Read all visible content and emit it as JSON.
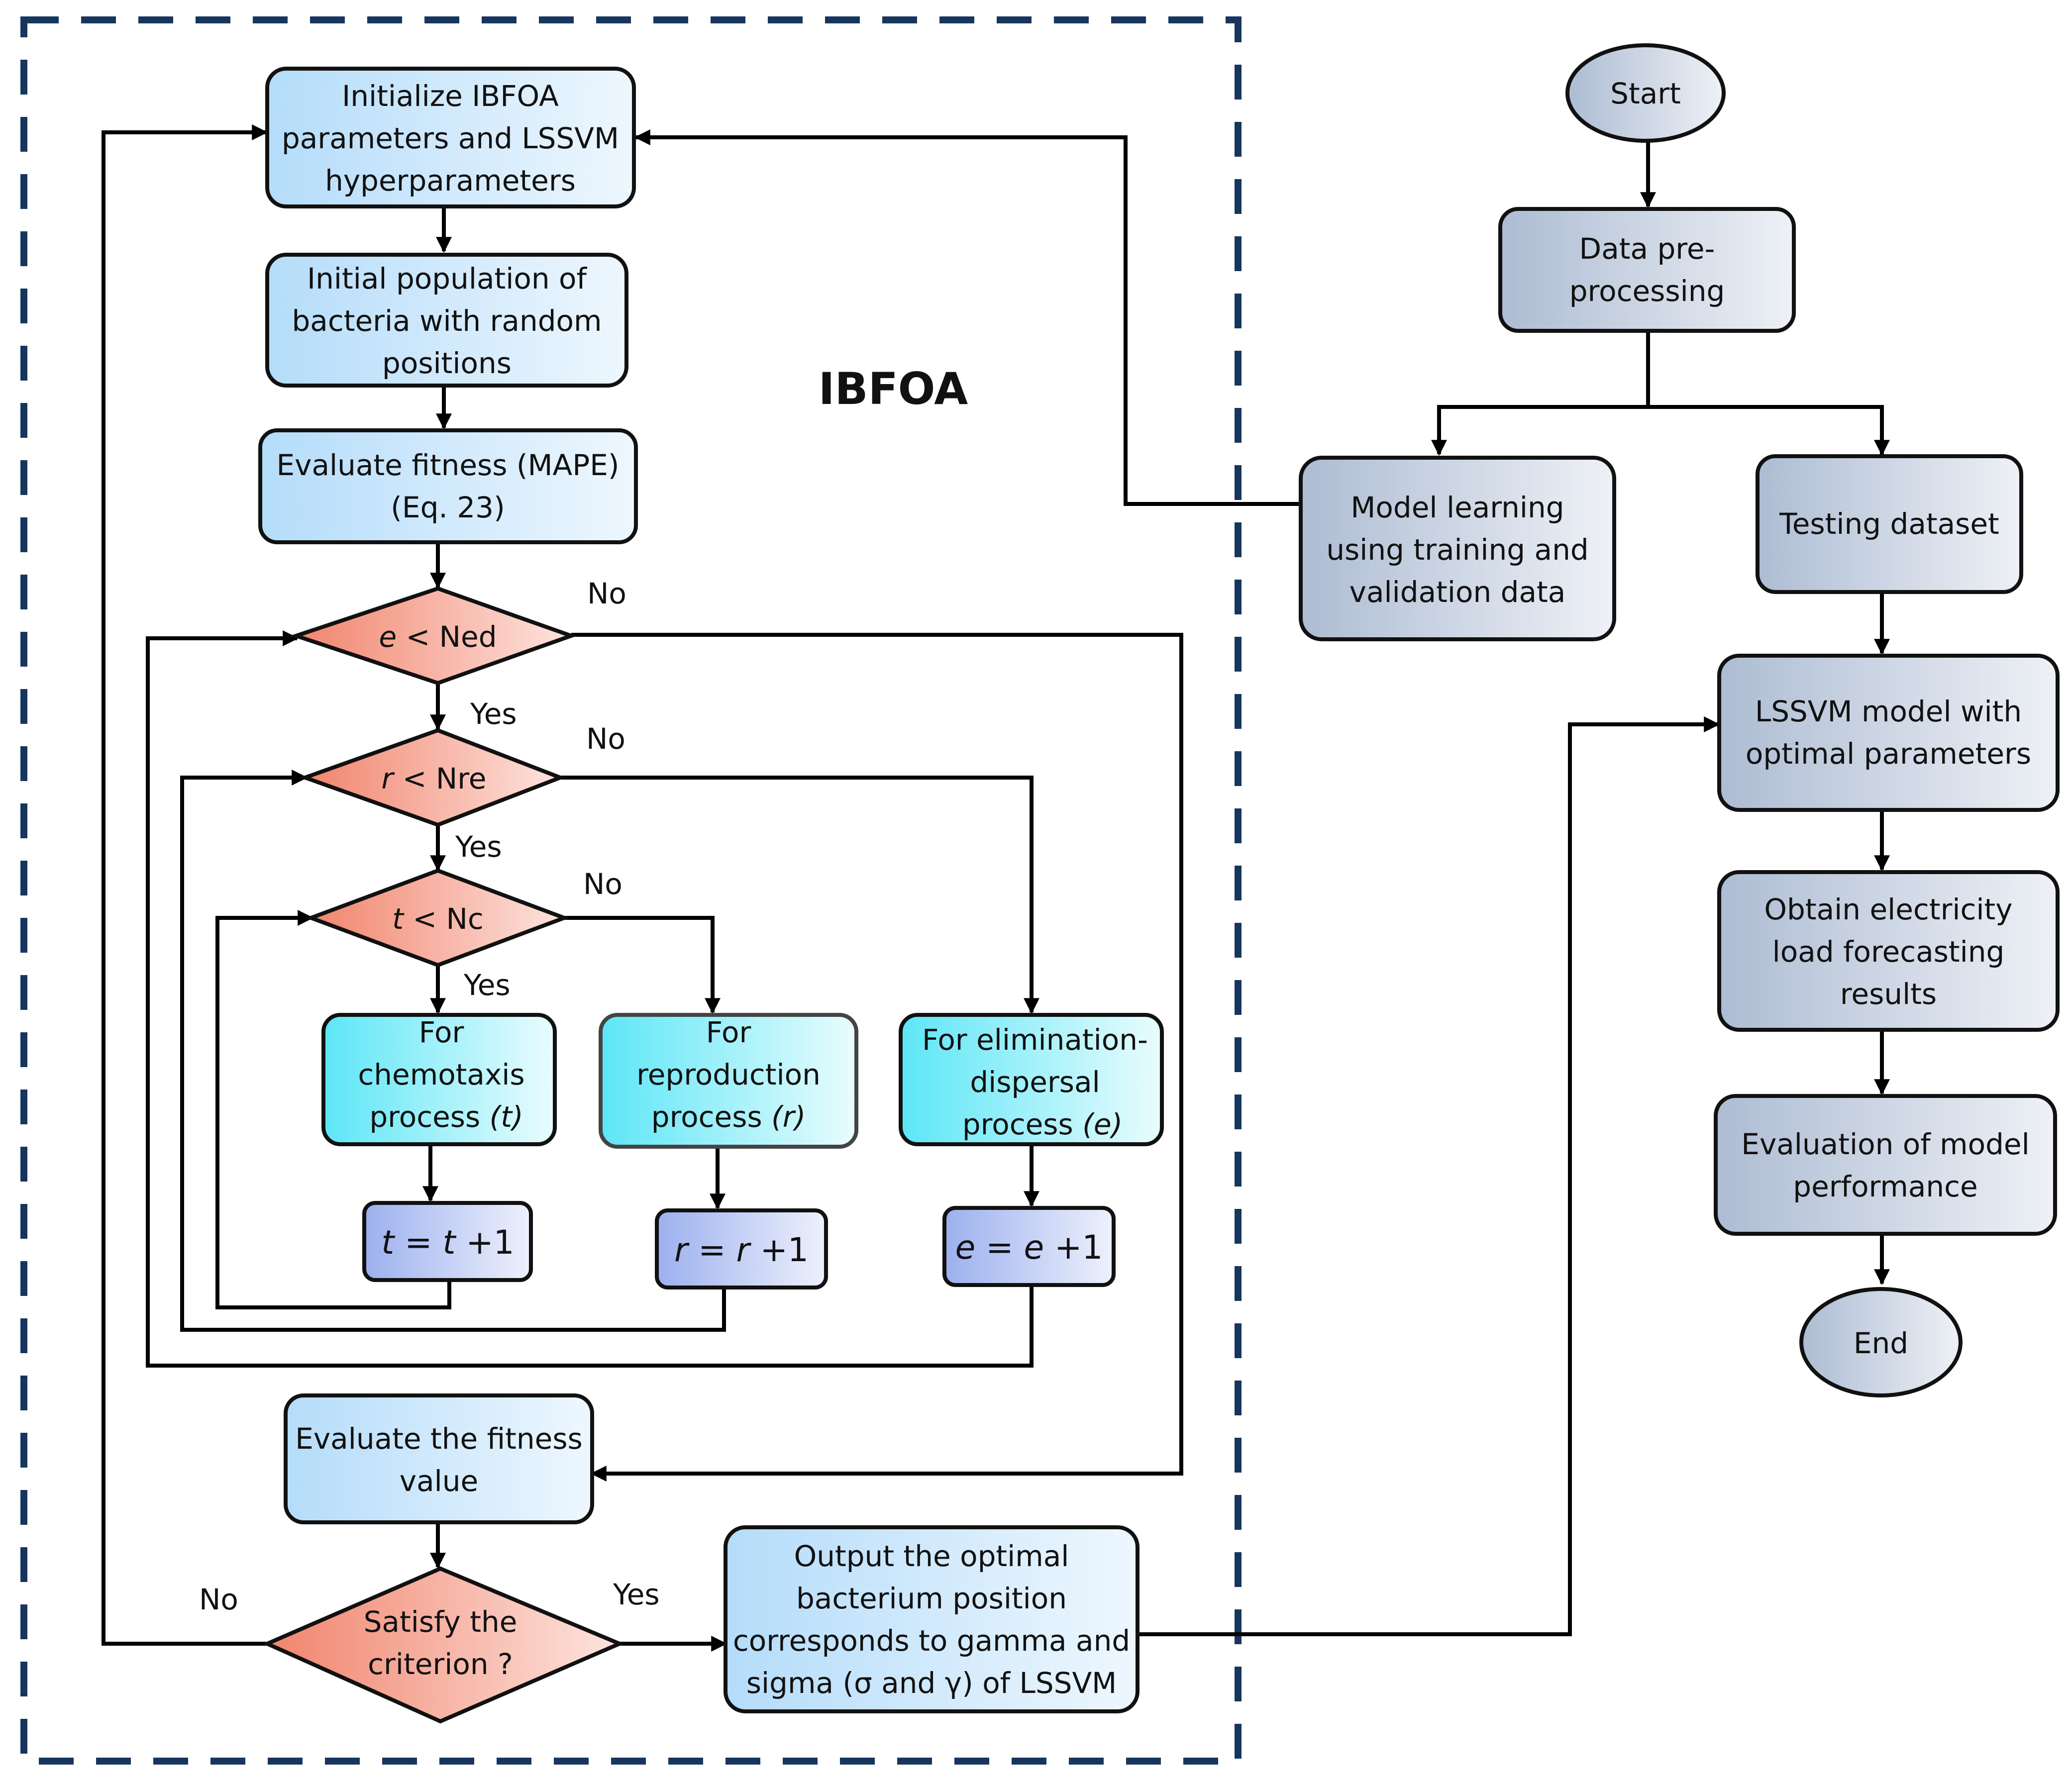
{
  "panel_title": "IBFOA",
  "nodes": {
    "start": "Start",
    "data_pre": [
      "Data pre-",
      "processing"
    ],
    "model_learning": [
      "Model learning",
      "using training and",
      "validation data"
    ],
    "testing": [
      "Testing dataset"
    ],
    "lssvm_model": [
      "LSSVM model with",
      "optimal parameters"
    ],
    "obtain": [
      "Obtain electricity",
      "load forecasting",
      "results"
    ],
    "evaluation_model": [
      "Evaluation of model",
      "performance"
    ],
    "end": "End",
    "init": [
      "Initialize IBFOA",
      "parameters and LSSVM",
      "hyperparameters"
    ],
    "init_pop": [
      "Initial population of",
      "bacteria with random",
      "positions"
    ],
    "eval_fitness": [
      "Evaluate fitness (MAPE)",
      "(Eq. 23)"
    ],
    "dec_e": {
      "var": "e",
      "op": " < Ned"
    },
    "dec_r": {
      "var": "r",
      "op": " < Nre"
    },
    "dec_t": {
      "var": "t",
      "op": " < Nc"
    },
    "chemo": {
      "l1": "For",
      "l2": "chemotaxis",
      "l3a": "process ",
      "l3b": "(t)"
    },
    "repro": {
      "l1": "For",
      "l2": "reproduction",
      "l3a": "process ",
      "l3b": "(r)"
    },
    "elim": {
      "l1": "For elimination-",
      "l2": "dispersal",
      "l3a": "process ",
      "l3b": "(e)"
    },
    "t_inc": {
      "var": "t",
      "mid": " = ",
      "var2": "t",
      "tail": " +1"
    },
    "r_inc": {
      "var": "r",
      "mid": " = ",
      "var2": "r",
      "tail": " +1"
    },
    "e_inc": {
      "var": "e",
      "mid": " = ",
      "var2": "e",
      "tail": " +1"
    },
    "eval_value": [
      "Evaluate the fitness",
      "value"
    ],
    "satisfy": [
      "Satisfy the",
      "criterion ?"
    ],
    "output": [
      "Output the optimal",
      "bacterium position",
      "corresponds to gamma and",
      "sigma (σ and γ) of LSSVM"
    ]
  },
  "edge_labels": {
    "no_e": "No",
    "yes_e": "Yes",
    "no_r": "No",
    "yes_r": "Yes",
    "no_t": "No",
    "yes_t": "Yes",
    "no_sat": "No",
    "yes_sat": "Yes"
  },
  "colors": {
    "blue_box": [
      "#b4dcfa",
      "#eef7fe"
    ],
    "gray_box": [
      "#adbcd3",
      "#eef1f6"
    ],
    "cyan_box": [
      "#5ce6f6",
      "#eafcfe"
    ],
    "inc_box": [
      "#9cb0ee",
      "#eef1fc"
    ],
    "diamond": [
      "#f1846d",
      "#fde4de"
    ],
    "dashed_border": "#17365d"
  }
}
